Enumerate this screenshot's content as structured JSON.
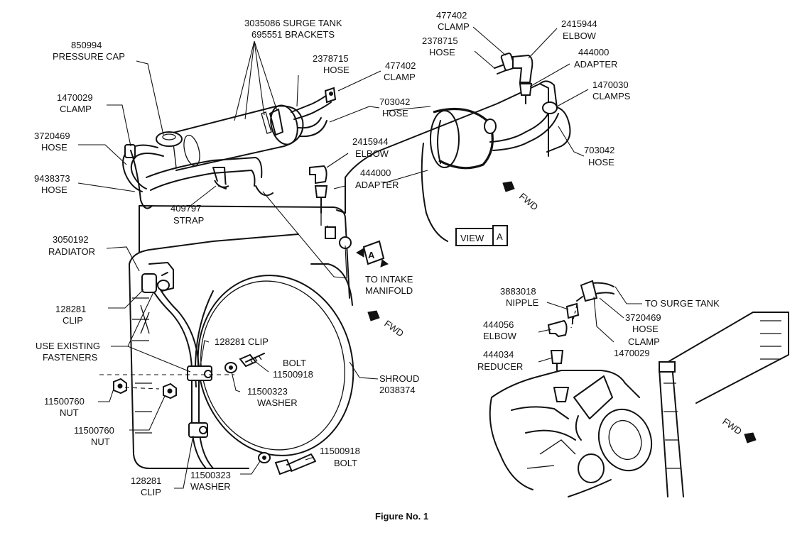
{
  "caption": "Figure No. 1",
  "labels": {
    "surge_tank": [
      "3035086 SURGE TANK",
      "695551 BRACKETS"
    ],
    "pressure_cap": [
      "850994",
      "PRESSURE CAP"
    ],
    "hose_2378715_left": [
      "2378715",
      "HOSE"
    ],
    "clamp_477402_left": [
      "477402",
      "CLAMP"
    ],
    "clamp_1470029": [
      "1470029",
      "CLAMP"
    ],
    "hose_703042_upper": [
      "703042",
      "HOSE"
    ],
    "hose_3720469": [
      "3720469",
      "HOSE"
    ],
    "elbow_2415944_mid": [
      "2415944",
      "ELBOW"
    ],
    "hose_9438373": [
      "9438373",
      "HOSE"
    ],
    "adapter_444000_mid": [
      "444000",
      "ADAPTER"
    ],
    "strap_409797": [
      "409797",
      "STRAP"
    ],
    "clamp_477402_top": [
      "477402",
      "CLAMP"
    ],
    "hose_2378715_top": [
      "2378715",
      "HOSE"
    ],
    "elbow_2415944_top": [
      "2415944",
      "ELBOW"
    ],
    "adapter_444000_top": [
      "444000",
      "ADAPTER"
    ],
    "clamps_1470030": [
      "1470030",
      "CLAMPS"
    ],
    "hose_703042_right": [
      "703042",
      "HOSE"
    ],
    "radiator_3050192": [
      "3050192",
      "RADIATOR"
    ],
    "intake_manifold": [
      "TO INTAKE",
      "MANIFOLD"
    ],
    "clip_128281_left": [
      "128281",
      "CLIP"
    ],
    "use_existing": [
      "USE EXISTING",
      "FASTENERS"
    ],
    "clip_128281_mid": [
      "128281 CLIP"
    ],
    "bolt_upper": [
      "BOLT",
      "11500918"
    ],
    "washer_upper": [
      "11500323",
      "WASHER"
    ],
    "shroud": [
      "SHROUD",
      "2038374"
    ],
    "nut_upper": [
      "11500760",
      "NUT"
    ],
    "nut_lower": [
      "11500760",
      "NUT"
    ],
    "bolt_lower": [
      "11500918",
      "BOLT"
    ],
    "clip_128281_low": [
      "128281",
      "CLIP"
    ],
    "washer_lower": [
      "11500323",
      "WASHER"
    ],
    "nipple_3883018": [
      "3883018",
      "NIPPLE"
    ],
    "to_surge_tank": [
      "TO SURGE TANK"
    ],
    "hose_3720469_right": [
      "3720469",
      "HOSE"
    ],
    "elbow_444056": [
      "444056",
      "ELBOW"
    ],
    "clamp_1470029_right": [
      "CLAMP",
      "1470029"
    ],
    "reducer_444034": [
      "444034",
      "REDUCER"
    ]
  },
  "view_box": {
    "text": "VIEW",
    "letter": "A"
  },
  "view_marker_letter": "A",
  "fwd": [
    "FWD",
    "FWD",
    "FWD"
  ]
}
